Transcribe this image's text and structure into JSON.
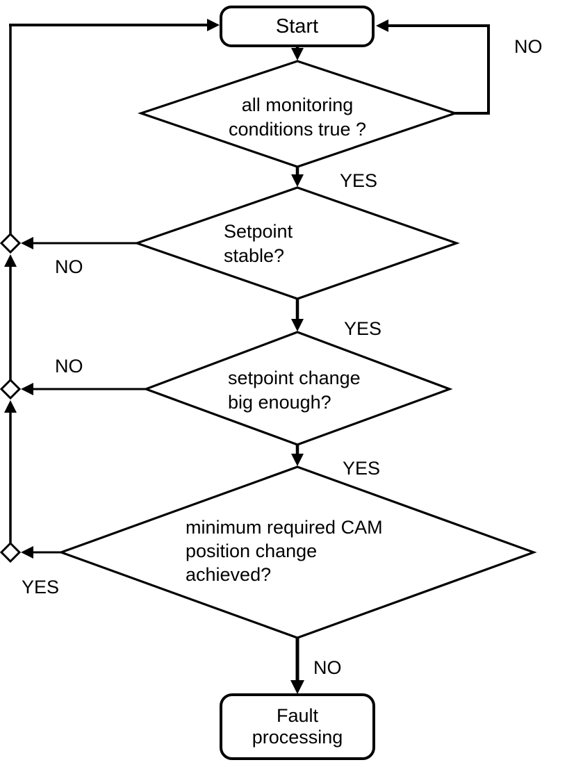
{
  "diagram": {
    "type": "flowchart",
    "background": "#ffffff",
    "line_color": "#000000",
    "node_fill": "#ffffff",
    "nodes": {
      "start": {
        "label": "Start",
        "shape": "rounded-rectangle"
      },
      "decision_monitoring": {
        "label": "all monitoring\nconditions true ?",
        "shape": "diamond"
      },
      "decision_setpoint_stable": {
        "label": "Setpoint\nstable?",
        "shape": "diamond"
      },
      "decision_setpoint_change": {
        "label": "setpoint change\nbig enough?",
        "shape": "diamond"
      },
      "decision_cam_position": {
        "label": "minimum required CAM\nposition change\nachieved?",
        "shape": "diamond"
      },
      "fault": {
        "label": "Fault\nprocessing",
        "shape": "rounded-rectangle"
      },
      "connector_1": {
        "label": "",
        "shape": "small-diamond"
      },
      "connector_2": {
        "label": "",
        "shape": "small-diamond"
      },
      "connector_3": {
        "label": "",
        "shape": "small-diamond"
      }
    },
    "edge_labels": {
      "no_monitoring_loop": "NO",
      "yes_monitoring": "YES",
      "no_setpoint_stable": "NO",
      "yes_setpoint_stable": "YES",
      "no_setpoint_change": "NO",
      "yes_setpoint_change": "YES",
      "yes_cam_position": "YES",
      "no_cam_position": "NO"
    }
  }
}
